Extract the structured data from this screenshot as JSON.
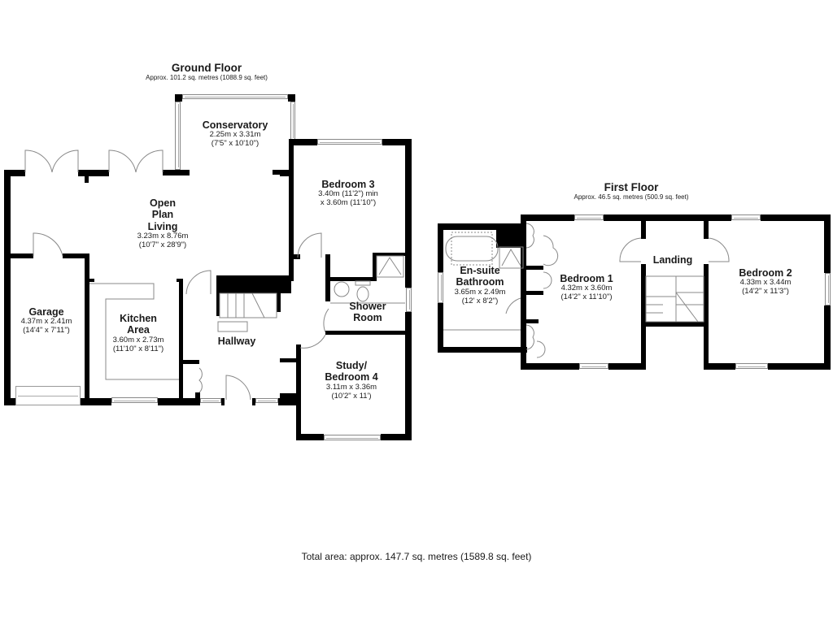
{
  "ground_floor": {
    "title": "Ground Floor",
    "area": "Approx. 101.2 sq. metres (1088.9 sq. feet)",
    "rooms": [
      {
        "name": "Conservatory",
        "dim_m": "2.25m x 3.31m",
        "dim_ft": "(7'5\" x 10'10\")"
      },
      {
        "name_lines": [
          "Open",
          "Plan",
          "Living"
        ],
        "dim_m": "3.23m x 8.76m",
        "dim_ft": "(10'7\" x 28'9\")"
      },
      {
        "name": "Bedroom 3",
        "dim_m": "3.40m (11'2\") min",
        "dim_ft": "x 3.60m (11'10\")"
      },
      {
        "name": "Garage",
        "dim_m": "4.37m x 2.41m",
        "dim_ft": "(14'4\" x 7'11\")"
      },
      {
        "name_lines": [
          "Kitchen",
          "Area"
        ],
        "dim_m": "3.60m x 2.73m",
        "dim_ft": "(11'10\" x 8'11\")"
      },
      {
        "name": "Hallway"
      },
      {
        "name_lines": [
          "Shower",
          "Room"
        ]
      },
      {
        "name_lines": [
          "Study/",
          "Bedroom 4"
        ],
        "dim_m": "3.11m x 3.36m",
        "dim_ft": "(10'2\" x 11')"
      }
    ]
  },
  "first_floor": {
    "title": "First Floor",
    "area": "Approx. 46.5 sq. metres (500.9 sq. feet)",
    "rooms": [
      {
        "name_lines": [
          "En-suite",
          "Bathroom"
        ],
        "dim_m": "3.65m x 2.49m",
        "dim_ft": "(12' x 8'2\")"
      },
      {
        "name": "Bedroom 1",
        "dim_m": "4.32m x 3.60m",
        "dim_ft": "(14'2\" x 11'10\")"
      },
      {
        "name": "Landing"
      },
      {
        "name": "Bedroom 2",
        "dim_m": "4.33m x 3.44m",
        "dim_ft": "(14'2\" x 11'3\")"
      }
    ]
  },
  "total_area": "Total area: approx. 147.7 sq. metres (1589.8 sq. feet)",
  "colors": {
    "wall": "#000000",
    "background": "#ffffff",
    "text": "#1a1a1a",
    "fixture_line": "#999999"
  }
}
